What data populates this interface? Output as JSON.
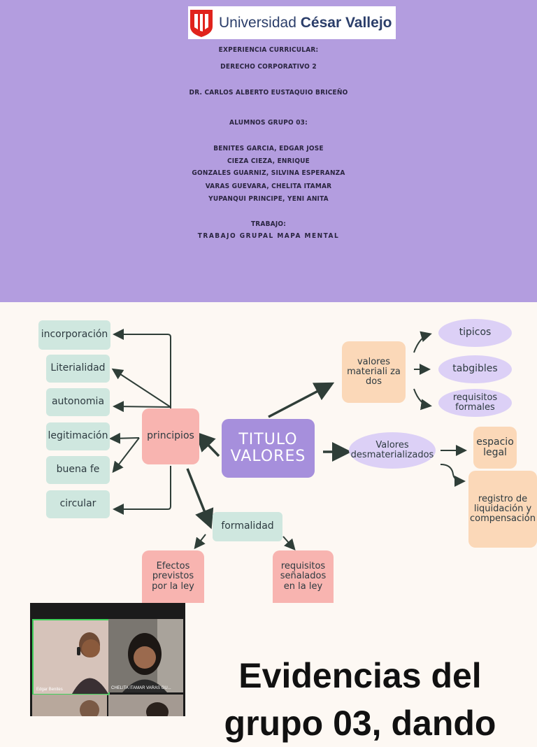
{
  "cover": {
    "logo_text_regular": "Universidad",
    "logo_text_bold": "César Vallejo",
    "lines": [
      "EXPERIENCIA CURRICULAR:",
      "DERECHO CORPORATIVO 2",
      "DR.  CARLOS ALBERTO EUSTAQUIO BRICEÑO",
      "ALUMNOS GRUPO 03:",
      "BENITES GARCIA, EDGAR JOSE",
      "CIEZA CIEZA, ENRIQUE",
      "GONZALES GUARNIZ, SILVINA ESPERANZA",
      "VARAS GUEVARA, CHELITA ITAMAR",
      "YUPANQUI PRINCIPE, YENI ANITA",
      "TRABAJO:",
      "TRABAJO GRUPAL MAPA MENTAL"
    ]
  },
  "mindmap": {
    "center": "TITULO VALORES",
    "principios": "principios",
    "principios_items": [
      "incorporación",
      "Literialidad",
      "autonomia",
      "legitimación",
      "buena fe",
      "circular"
    ],
    "formalidad": "formalidad",
    "formalidad_items": [
      "Efectos previstos por la ley",
      "requisitos señalados en la ley"
    ],
    "materializados": "valores materializados",
    "materializados_display": "valores\nmateriali za\ndos",
    "materializados_items": [
      "tipicos",
      "tabgibles",
      "requisitos formales"
    ],
    "desmaterializados": "Valores desmaterializados",
    "desmaterializados_items": [
      "espacio legal",
      "registro de liquidación y compensación"
    ]
  },
  "evidence": {
    "heading": "Evidencias del grupo 03, dando",
    "participants": [
      "Edgar Benites",
      "CHELITA ITAMAR VARAS GU..."
    ]
  },
  "colors": {
    "cover_bg": "#b39ddf",
    "mint": "#cfe7df",
    "pink": "#f8b4b0",
    "peach": "#fbd8b8",
    "lavender": "#dcd0f6",
    "title_bg": "#a68fdc",
    "arrow": "#2f3e38"
  }
}
